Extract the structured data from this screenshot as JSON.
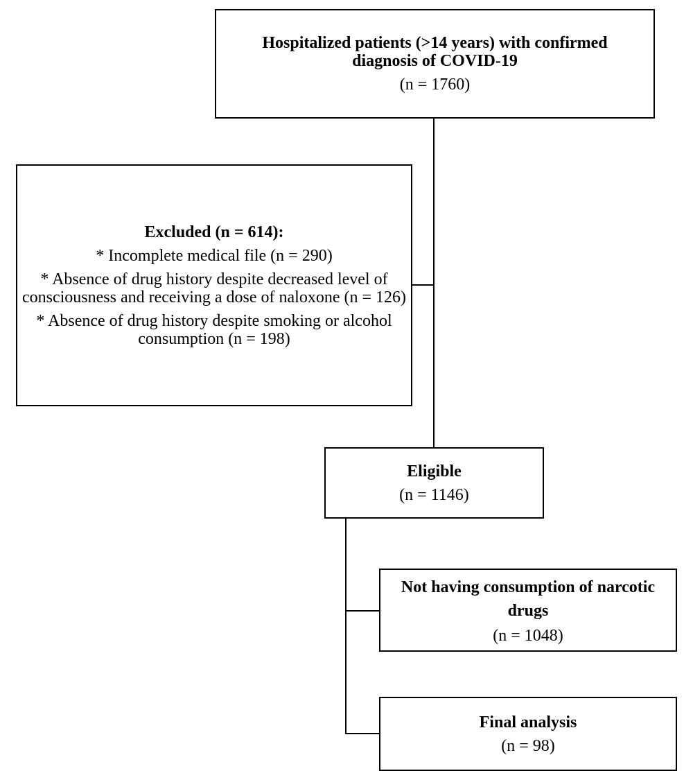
{
  "hospitalized": {
    "title": "Hospitalized patients (>14 years) with confirmed diagnosis of COVID-19",
    "count": "(n = 1760)"
  },
  "excluded": {
    "title": "Excluded (n = 614):",
    "items": [
      "* Incomplete medical file (n = 290)",
      "* Absence of drug history despite decreased level of consciousness and receiving a dose of naloxone (n = 126)",
      "* Absence of drug history despite smoking or alcohol consumption (n = 198)"
    ]
  },
  "eligible": {
    "title": "Eligible",
    "count": "(n = 1146)"
  },
  "not_consuming": {
    "title": "Not having consumption of narcotic drugs",
    "count": "(n = 1048)"
  },
  "final_analysis": {
    "title": "Final analysis",
    "count": "(n = 98)"
  },
  "colors": {
    "stroke": "#000000",
    "background": "#ffffff"
  }
}
